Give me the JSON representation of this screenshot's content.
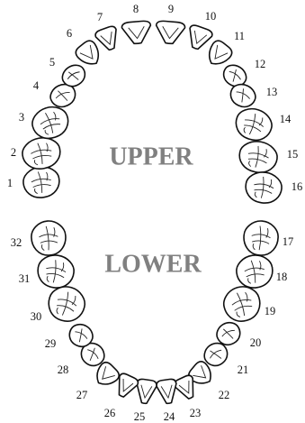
{
  "labels": {
    "upper": "UPPER",
    "lower": "LOWER"
  },
  "colors": {
    "label": "#808080",
    "outline": "#111111",
    "tooth_fill": "#ffffff"
  },
  "teeth": {
    "upper": [
      {
        "number": "1",
        "type": "molar"
      },
      {
        "number": "2",
        "type": "molar"
      },
      {
        "number": "3",
        "type": "molar"
      },
      {
        "number": "4",
        "type": "premolar"
      },
      {
        "number": "5",
        "type": "premolar"
      },
      {
        "number": "6",
        "type": "canine"
      },
      {
        "number": "7",
        "type": "incisor"
      },
      {
        "number": "8",
        "type": "incisor"
      },
      {
        "number": "9",
        "type": "incisor"
      },
      {
        "number": "10",
        "type": "incisor"
      },
      {
        "number": "11",
        "type": "canine"
      },
      {
        "number": "12",
        "type": "premolar"
      },
      {
        "number": "13",
        "type": "premolar"
      },
      {
        "number": "14",
        "type": "molar"
      },
      {
        "number": "15",
        "type": "molar"
      },
      {
        "number": "16",
        "type": "molar"
      }
    ],
    "lower": [
      {
        "number": "17",
        "type": "molar"
      },
      {
        "number": "18",
        "type": "molar"
      },
      {
        "number": "19",
        "type": "molar"
      },
      {
        "number": "20",
        "type": "premolar"
      },
      {
        "number": "21",
        "type": "premolar"
      },
      {
        "number": "22",
        "type": "canine"
      },
      {
        "number": "23",
        "type": "incisor"
      },
      {
        "number": "24",
        "type": "incisor"
      },
      {
        "number": "25",
        "type": "incisor"
      },
      {
        "number": "26",
        "type": "incisor"
      },
      {
        "number": "27",
        "type": "canine"
      },
      {
        "number": "28",
        "type": "premolar"
      },
      {
        "number": "29",
        "type": "premolar"
      },
      {
        "number": "30",
        "type": "molar"
      },
      {
        "number": "31",
        "type": "molar"
      },
      {
        "number": "32",
        "type": "molar"
      }
    ]
  }
}
